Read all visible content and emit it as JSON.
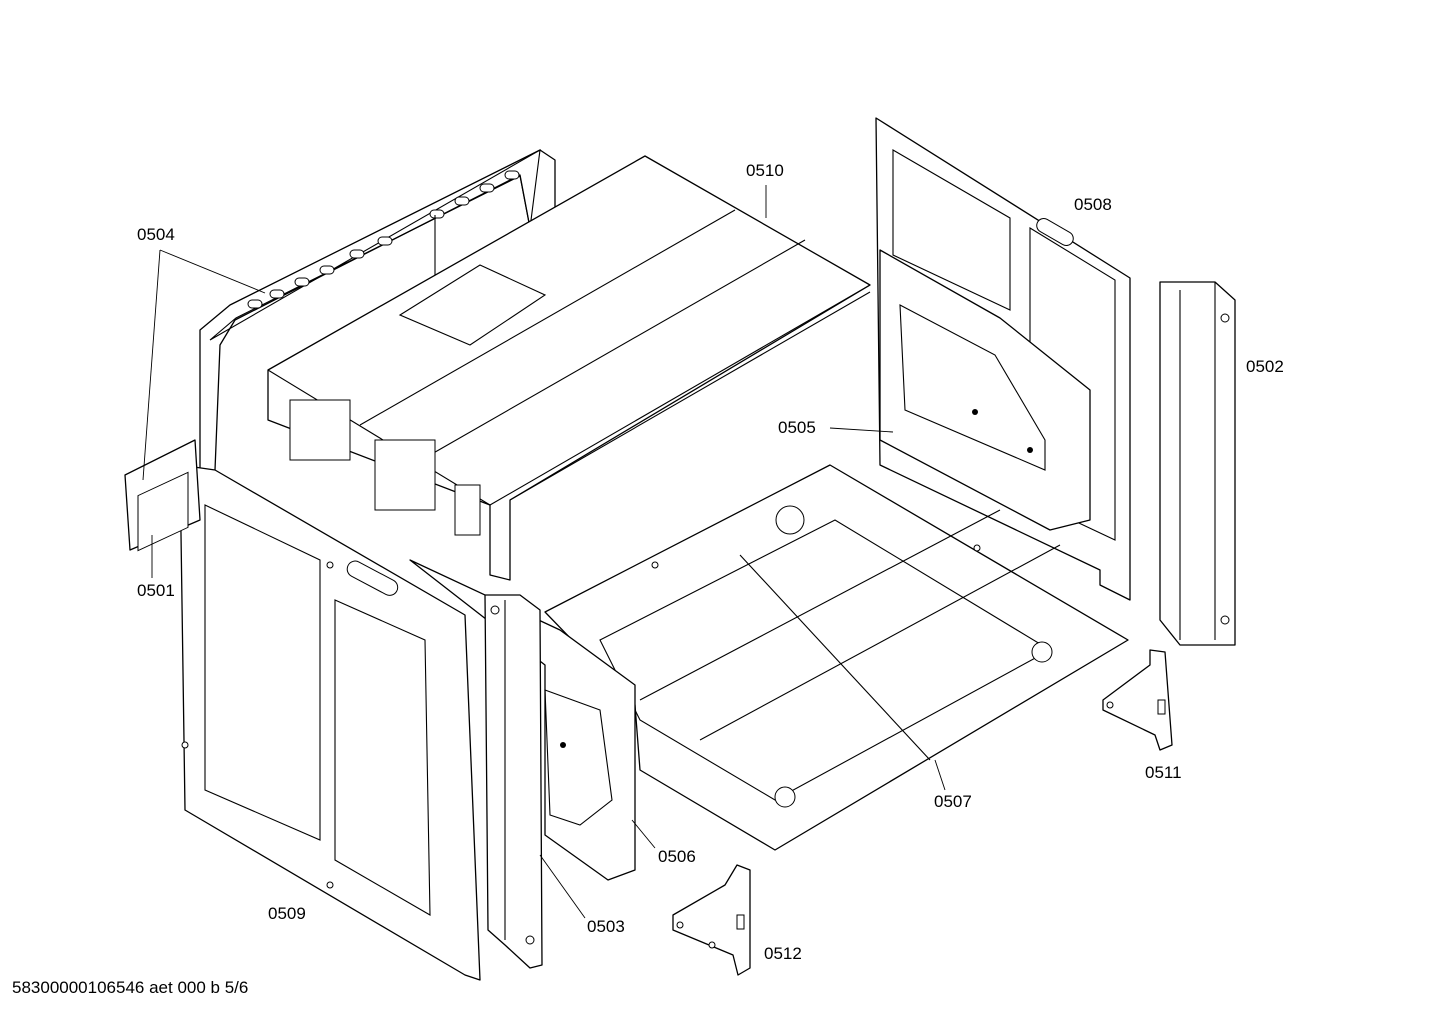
{
  "parts": [
    {
      "id": "p0501",
      "label": "0501"
    },
    {
      "id": "p0502",
      "label": "0502"
    },
    {
      "id": "p0503",
      "label": "0503"
    },
    {
      "id": "p0504",
      "label": "0504"
    },
    {
      "id": "p0505",
      "label": "0505"
    },
    {
      "id": "p0506",
      "label": "0506"
    },
    {
      "id": "p0507",
      "label": "0507"
    },
    {
      "id": "p0508",
      "label": "0508"
    },
    {
      "id": "p0509",
      "label": "0509"
    },
    {
      "id": "p0510",
      "label": "0510"
    },
    {
      "id": "p0511",
      "label": "0511"
    },
    {
      "id": "p0512",
      "label": "0512"
    }
  ],
  "footer": "58300000106546 aet 000 b 5/6"
}
